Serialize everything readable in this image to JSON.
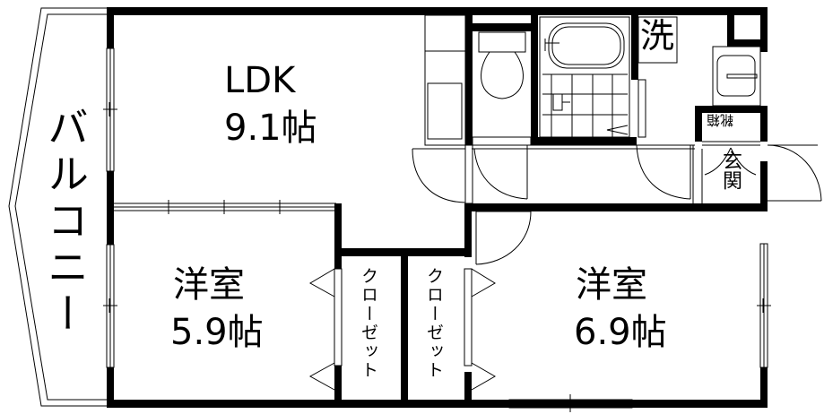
{
  "floor_plan": {
    "balcony": {
      "label": "バルコニー"
    },
    "rooms": [
      {
        "id": "ldk",
        "name": "LDK",
        "size": "9.1帖"
      },
      {
        "id": "western-1",
        "name": "洋室",
        "size": "5.9帖"
      },
      {
        "id": "western-2",
        "name": "洋室",
        "size": "6.9帖"
      }
    ],
    "closets": [
      {
        "label": "クローゼット"
      },
      {
        "label": "クローゼット"
      }
    ],
    "washroom": {
      "label": "洗"
    },
    "shoe_box": {
      "label": "靴箱"
    },
    "entrance": {
      "label": "玄関"
    },
    "colors": {
      "wall": "#000000",
      "background": "#ffffff",
      "line": "#000000"
    }
  }
}
